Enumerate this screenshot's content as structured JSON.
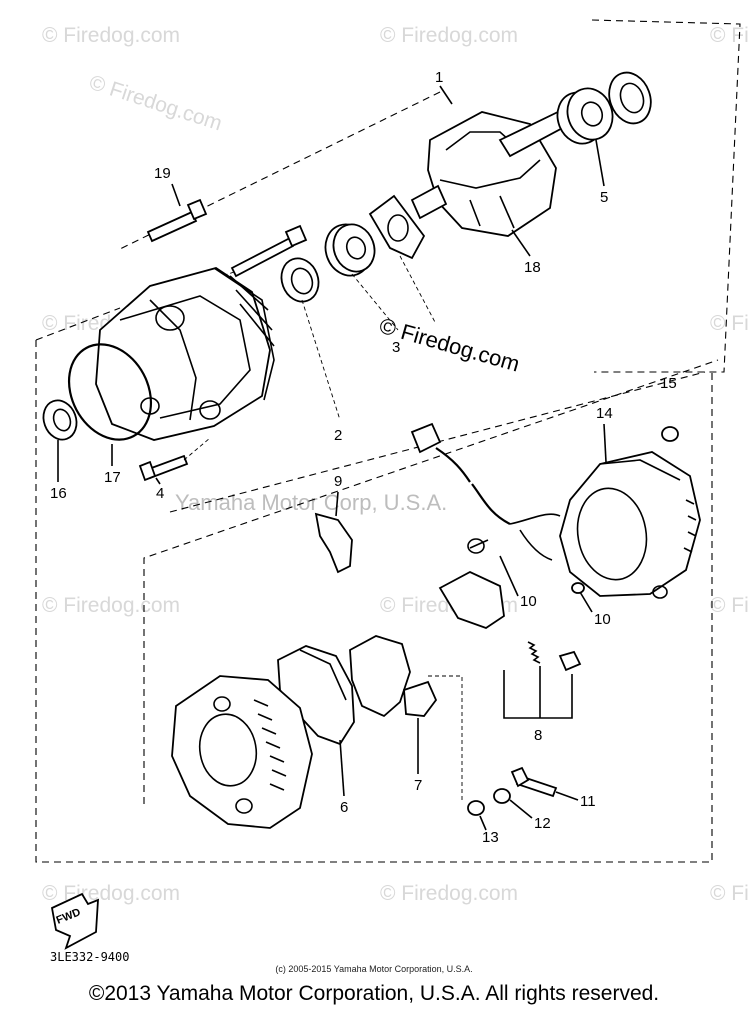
{
  "watermarks": {
    "firedog": "© Firedog.com",
    "center_firedog": "© Firedog.com",
    "yamaha": "Yamaha Motor Corp, U.S.A."
  },
  "callouts": {
    "c1": "1",
    "c2": "2",
    "c3": "3",
    "c4": "4",
    "c5": "5",
    "c6": "6",
    "c7": "7",
    "c8": "8",
    "c9": "9",
    "c10a": "10",
    "c10b": "10",
    "c11": "11",
    "c12": "12",
    "c13": "13",
    "c14": "14",
    "c15": "15",
    "c16": "16",
    "c17": "17",
    "c18": "18",
    "c19": "19"
  },
  "fwd_label": "FWD",
  "diagram_code": "3LE332-9400",
  "small_copyright": "(c) 2005-2015 Yamaha Motor Corporation, U.S.A.",
  "copyright": "©2013 Yamaha Motor Corporation, U.S.A. All rights reserved."
}
